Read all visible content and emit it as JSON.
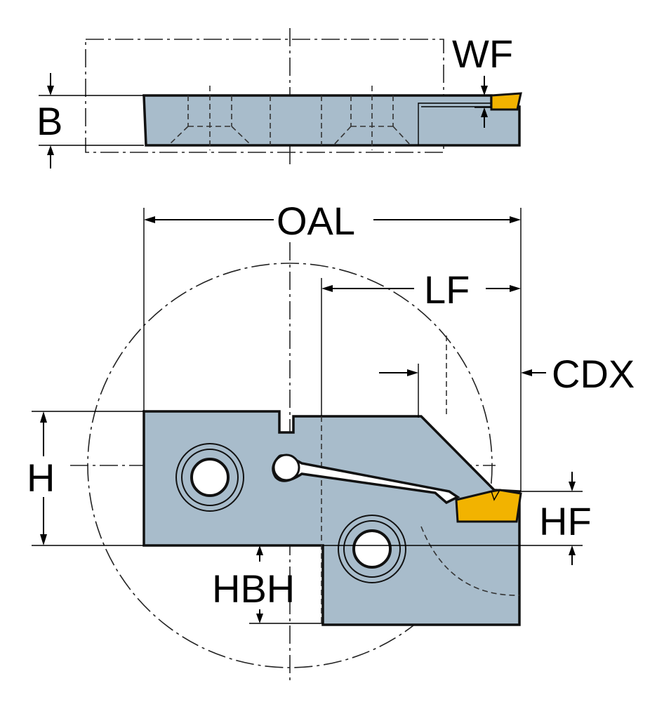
{
  "diagram": {
    "labels": {
      "wf": "WF",
      "b": "B",
      "oal": "OAL",
      "lf": "LF",
      "cdx": "CDX",
      "h": "H",
      "hf": "HF",
      "hbh": "HBH"
    },
    "colors": {
      "body": "#a8bccb",
      "insert": "#f2b300",
      "outline": "#111111"
    }
  }
}
